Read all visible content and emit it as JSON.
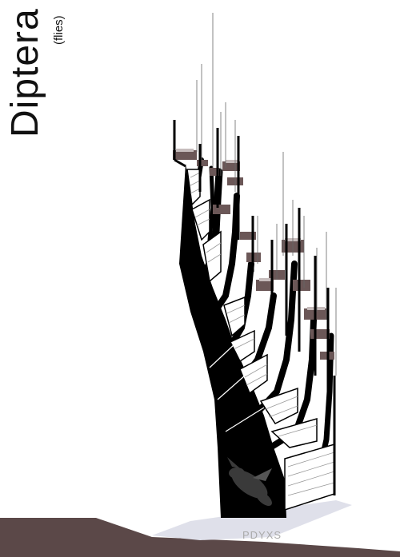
{
  "title": "Diptera",
  "subtitle": "(flies)",
  "watermark": "PDYXS",
  "colors": {
    "trunk": "#000000",
    "ground": "#5b4848",
    "shadow": "#dfe0ea",
    "fossil_band": "#6b5757",
    "leaf_line": "#9a9a9a"
  },
  "icons": {
    "fly_silhouette": "fly-silhouette-icon"
  }
}
